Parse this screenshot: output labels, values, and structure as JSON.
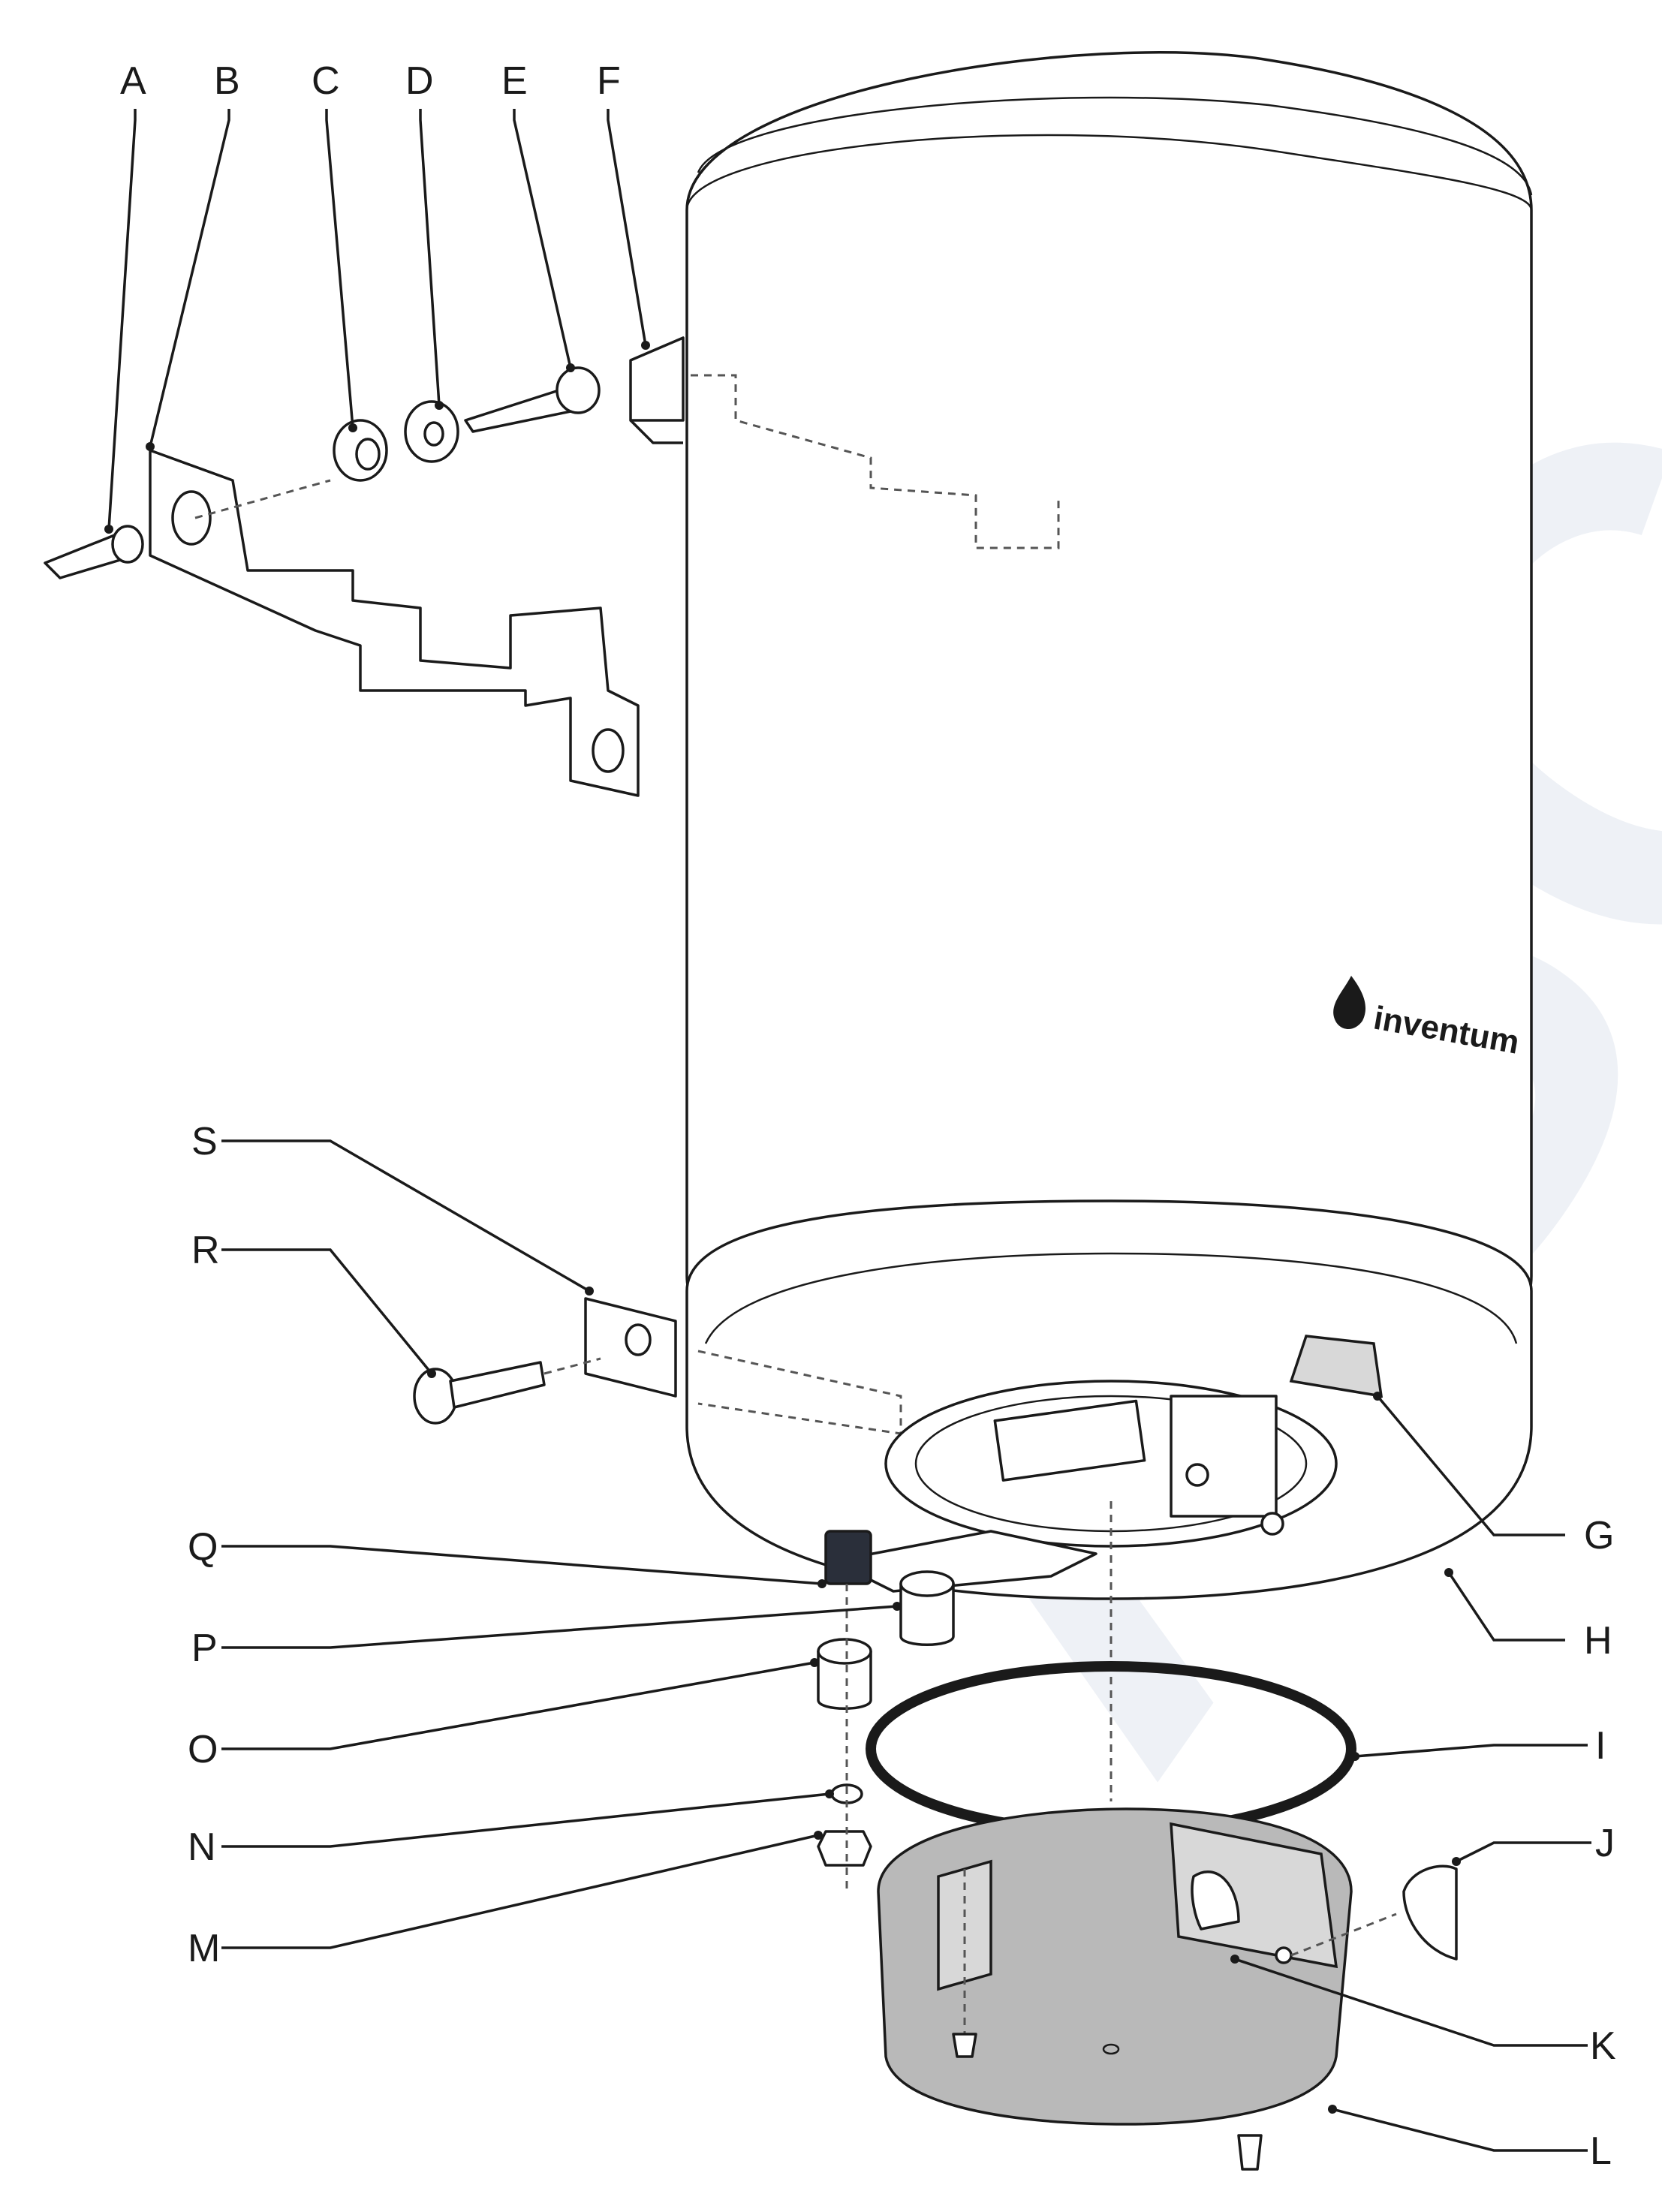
{
  "brand_text": "inventum",
  "watermark_text": "ASCO",
  "callouts": {
    "a": "A",
    "b": "B",
    "c": "C",
    "d": "D",
    "e": "E",
    "f": "F",
    "g": "G",
    "h": "H",
    "i": "I",
    "j": "J",
    "k": "K",
    "l": "L",
    "m": "M",
    "n": "N",
    "o": "O",
    "p": "P",
    "q": "Q",
    "r": "R",
    "s": "S"
  }
}
